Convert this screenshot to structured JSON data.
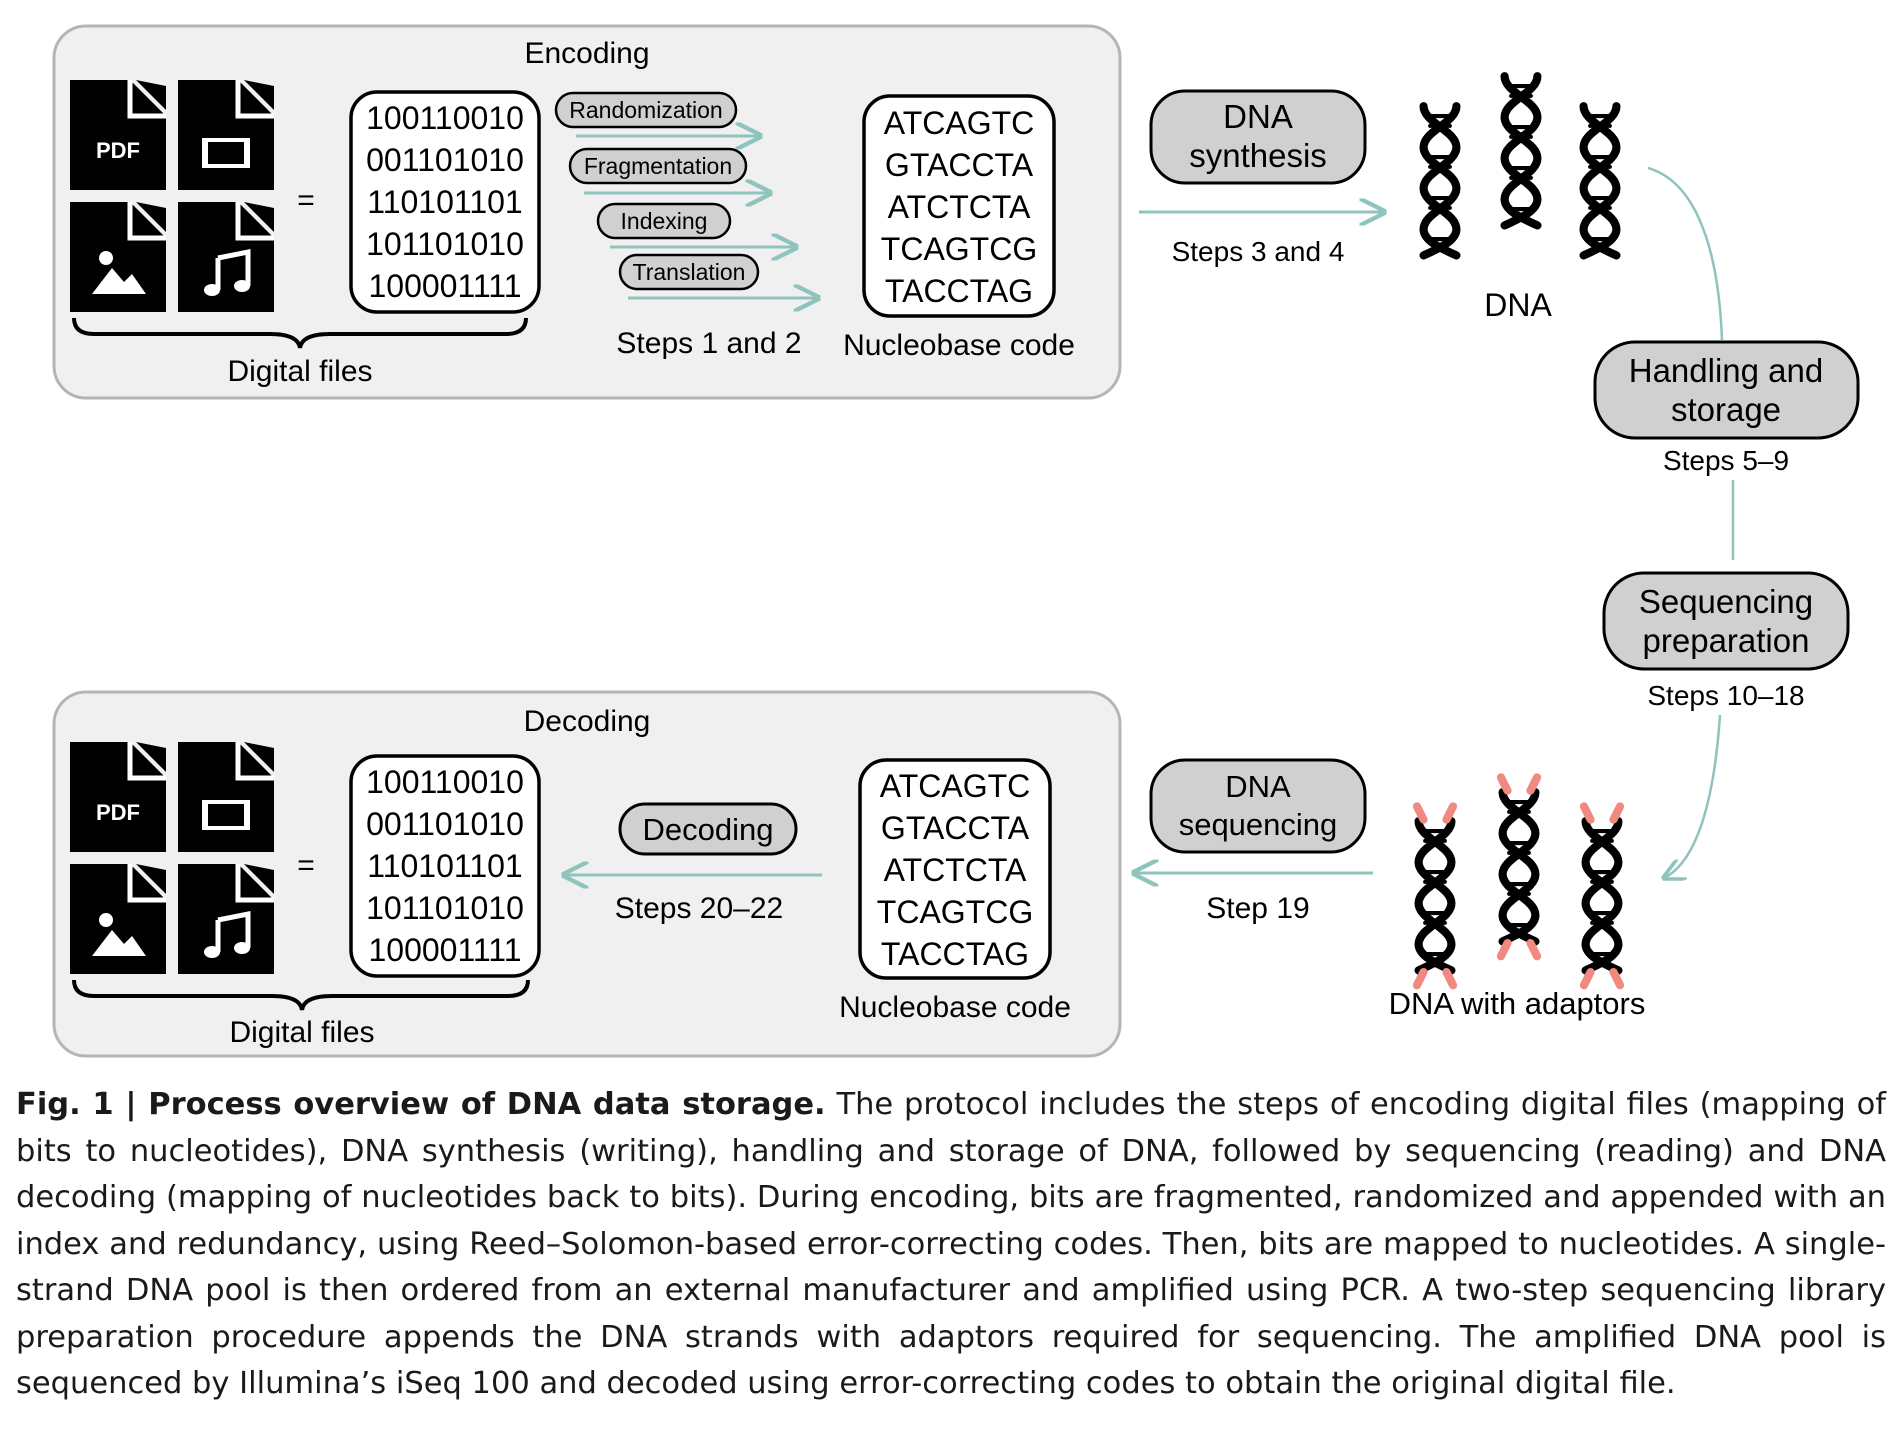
{
  "encoding": {
    "title": "Encoding",
    "file_icons": [
      "pdf-file-icon",
      "video-file-icon",
      "image-file-icon",
      "music-file-icon"
    ],
    "pdf_label": "PDF",
    "equals": "=",
    "bits": [
      "100110010",
      "001101010",
      "110101101",
      "101101010",
      "100001111"
    ],
    "digital_files_label": "Digital files",
    "operations": [
      "Randomization",
      "Fragmentation",
      "Indexing",
      "Translation"
    ],
    "steps_label": "Steps 1 and 2",
    "nucleobases": [
      "ATCAGTC",
      "GTACCTA",
      "ATCTCTA",
      "TCAGTCG",
      "TACCTAG"
    ],
    "nucleobase_label": "Nucleobase code"
  },
  "synthesis": {
    "label_line1": "DNA",
    "label_line2": "synthesis",
    "steps": "Steps 3 and 4"
  },
  "dna_label": "DNA",
  "handling": {
    "label_line1": "Handling and",
    "label_line2": "storage",
    "steps": "Steps 5–9"
  },
  "seq_prep": {
    "label_line1": "Sequencing",
    "label_line2": "preparation",
    "steps": "Steps 10–18"
  },
  "dna_adaptors_label": "DNA with adaptors",
  "sequencing": {
    "label_line1": "DNA",
    "label_line2": "sequencing",
    "steps": "Step 19"
  },
  "decoding": {
    "title": "Decoding",
    "pdf_label": "PDF",
    "equals": "=",
    "bits": [
      "100110010",
      "001101010",
      "110101101",
      "101101010",
      "100001111"
    ],
    "digital_files_label": "Digital files",
    "operation": "Decoding",
    "steps_label": "Steps 20–22",
    "nucleobases": [
      "ATCAGTC",
      "GTACCTA",
      "ATCTCTA",
      "TCAGTCG",
      "TACCTAG"
    ],
    "nucleobase_label": "Nucleobase code"
  },
  "caption": {
    "prefix": "Fig. 1 | Process overview of DNA data storage.",
    "body": "The protocol includes the steps of encoding digital files (mapping of bits to nucleotides), DNA synthesis (writing), handling and storage of DNA, followed by sequencing (reading) and DNA decoding (mapping of nucleotides back to bits). During encoding, bits are fragmented, randomized and appended with an index and redundancy, using Reed–Solomon-based error-correcting codes. Then, bits are mapped to nucleotides. A single-strand DNA pool is then ordered from an external manufacturer and amplified using PCR. A two-step sequencing library preparation procedure appends the DNA strands with adaptors required for sequencing. The amplified DNA pool is sequenced by Illumina’s iSeq 100 and decoded using error-correcting codes to obtain the original digital file."
  },
  "colors": {
    "panel_fill": "#f0f0f0",
    "panel_border": "#b5b5b5",
    "pill_fill": "#d0d0d0",
    "arrow": "#8fc3bd",
    "adaptor": "#f08a80",
    "helix": "#000000"
  }
}
